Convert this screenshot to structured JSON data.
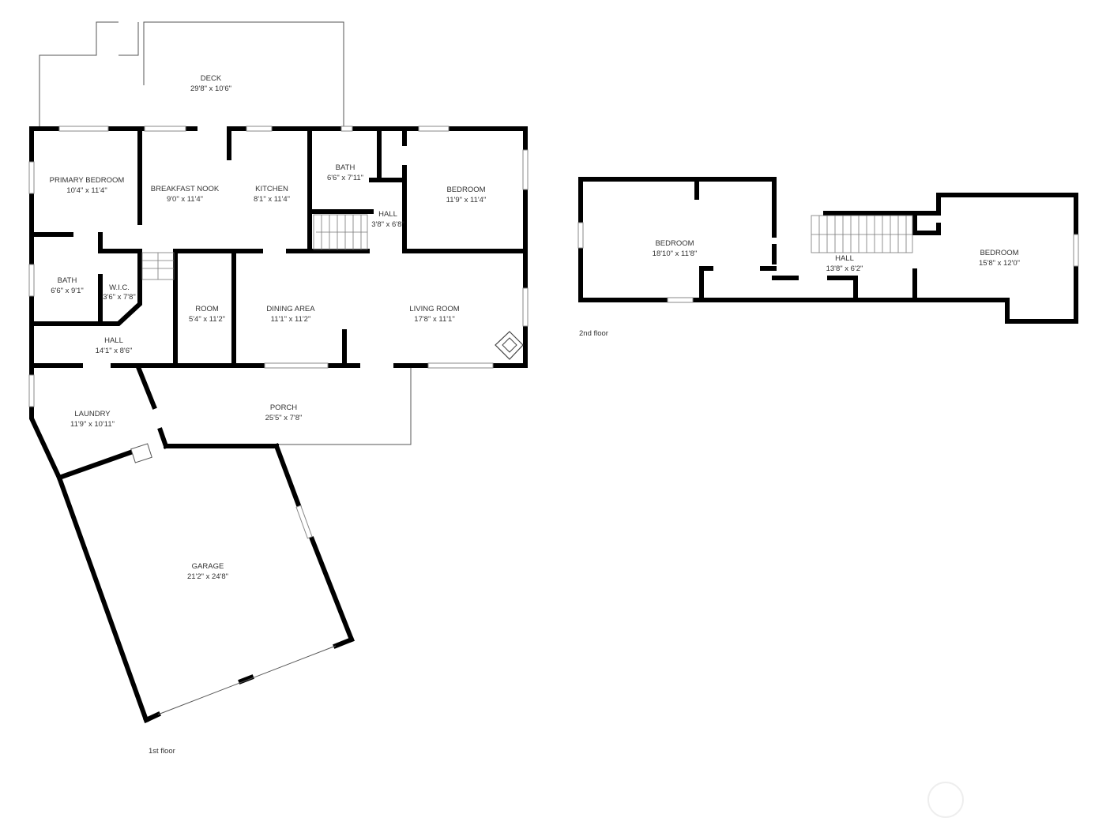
{
  "floors": [
    {
      "label": "1st floor",
      "rooms": [
        {
          "name": "DECK",
          "size": "29'8\" x 10'6\""
        },
        {
          "name": "PRIMARY BEDROOM",
          "size": "10'4\" x 11'4\""
        },
        {
          "name": "BREAKFAST NOOK",
          "size": "9'0\" x 11'4\""
        },
        {
          "name": "KITCHEN",
          "size": "8'1\" x 11'4\""
        },
        {
          "name": "BATH",
          "size": "6'6\" x 7'11\""
        },
        {
          "name": "HALL",
          "size": "3'8\" x 6'8\""
        },
        {
          "name": "BEDROOM",
          "size": "11'9\" x 11'4\""
        },
        {
          "name": "BATH",
          "size": "6'6\" x 9'1\""
        },
        {
          "name": "W.I.C.",
          "size": "3'6\" x 7'8\""
        },
        {
          "name": "ROOM",
          "size": "5'4\" x 11'2\""
        },
        {
          "name": "DINING AREA",
          "size": "11'1\" x 11'2\""
        },
        {
          "name": "LIVING ROOM",
          "size": "17'8\" x 11'1\""
        },
        {
          "name": "HALL",
          "size": "14'1\" x 8'6\""
        },
        {
          "name": "LAUNDRY",
          "size": "11'9\" x 10'11\""
        },
        {
          "name": "PORCH",
          "size": "25'5\" x 7'8\""
        },
        {
          "name": "GARAGE",
          "size": "21'2\" x 24'8\""
        }
      ]
    },
    {
      "label": "2nd floor",
      "rooms": [
        {
          "name": "BEDROOM",
          "size": "18'10\" x 11'8\""
        },
        {
          "name": "HALL",
          "size": "13'8\" x 6'2\""
        },
        {
          "name": "BEDROOM",
          "size": "15'8\" x 12'0\""
        }
      ]
    }
  ],
  "icons": {
    "fireplace": "fireplace-icon",
    "stairs": "stairs-icon",
    "watermark": "circle-watermark"
  }
}
